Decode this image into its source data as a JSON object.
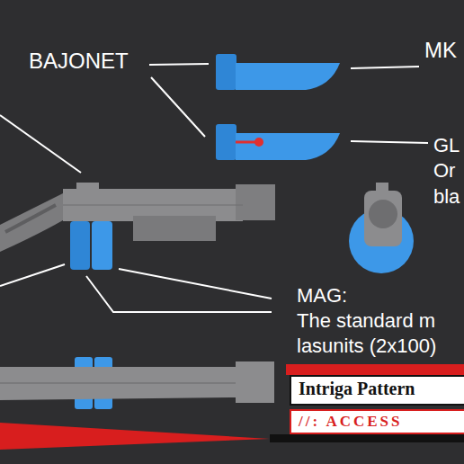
{
  "diagram": {
    "nodes": [
      {
        "text": [
          "Intriga Pattern"
        ]
      },
      {
        "text": [
          "//: ACCESS"
        ]
      }
    ],
    "labels": [
      "BAJONET",
      "MK",
      "GL",
      "Or",
      "bla",
      "MAG:",
      "The standard m",
      "lasunits (2x100)"
    ]
  }
}
